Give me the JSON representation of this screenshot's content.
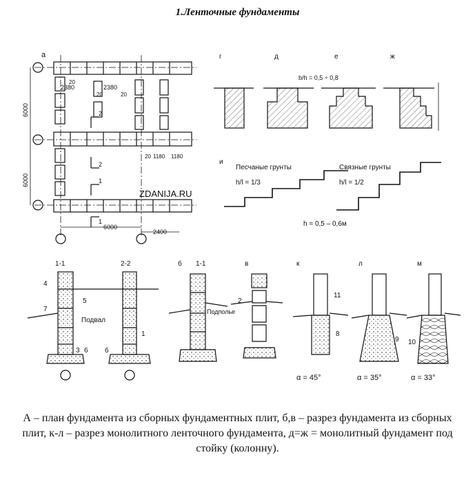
{
  "title": "1.Ленточные фундаменты",
  "caption": "А – план фундамента из сборных фундаментных плит, б,в – разрез фундамента из сборных плит, к-л – разрез монолитного ленточного фундамента, д=ж = монолитный фундамент под стойку (колонну).",
  "watermark": "ZDANIJA.RU",
  "plan": {
    "letter": "а",
    "dims": [
      "2380",
      "2380",
      "20",
      "20",
      "20",
      "6000",
      "6000",
      "6000",
      "2400",
      "1180",
      "1180",
      "20"
    ],
    "cuts": [
      "2",
      "2",
      "1",
      "1"
    ]
  },
  "sections_top": {
    "letters": [
      "г",
      "д",
      "е",
      "ж",
      "и"
    ],
    "ratio_d": "b/h = 0,5 ÷ 0,8",
    "sandy_label": "Песчаные грунты",
    "sandy_ratio": "h/l = 1/3",
    "clay_label": "Связные грунты",
    "clay_ratio": "h/l = 1/2",
    "height_note": "h = 0,5 – 0,6м"
  },
  "sections_bottom": {
    "labels": [
      "1-1",
      "2-2",
      "б",
      "1-1",
      "в",
      "к",
      "л",
      "м"
    ],
    "basement": "Подвал",
    "underfloor": "Подполье",
    "angles": [
      "α = 45°",
      "α = 35°",
      "α = 33°"
    ],
    "numbers": [
      "4",
      "5",
      "7",
      "1",
      "3",
      "6",
      "2",
      "8",
      "9",
      "10",
      "11"
    ]
  }
}
